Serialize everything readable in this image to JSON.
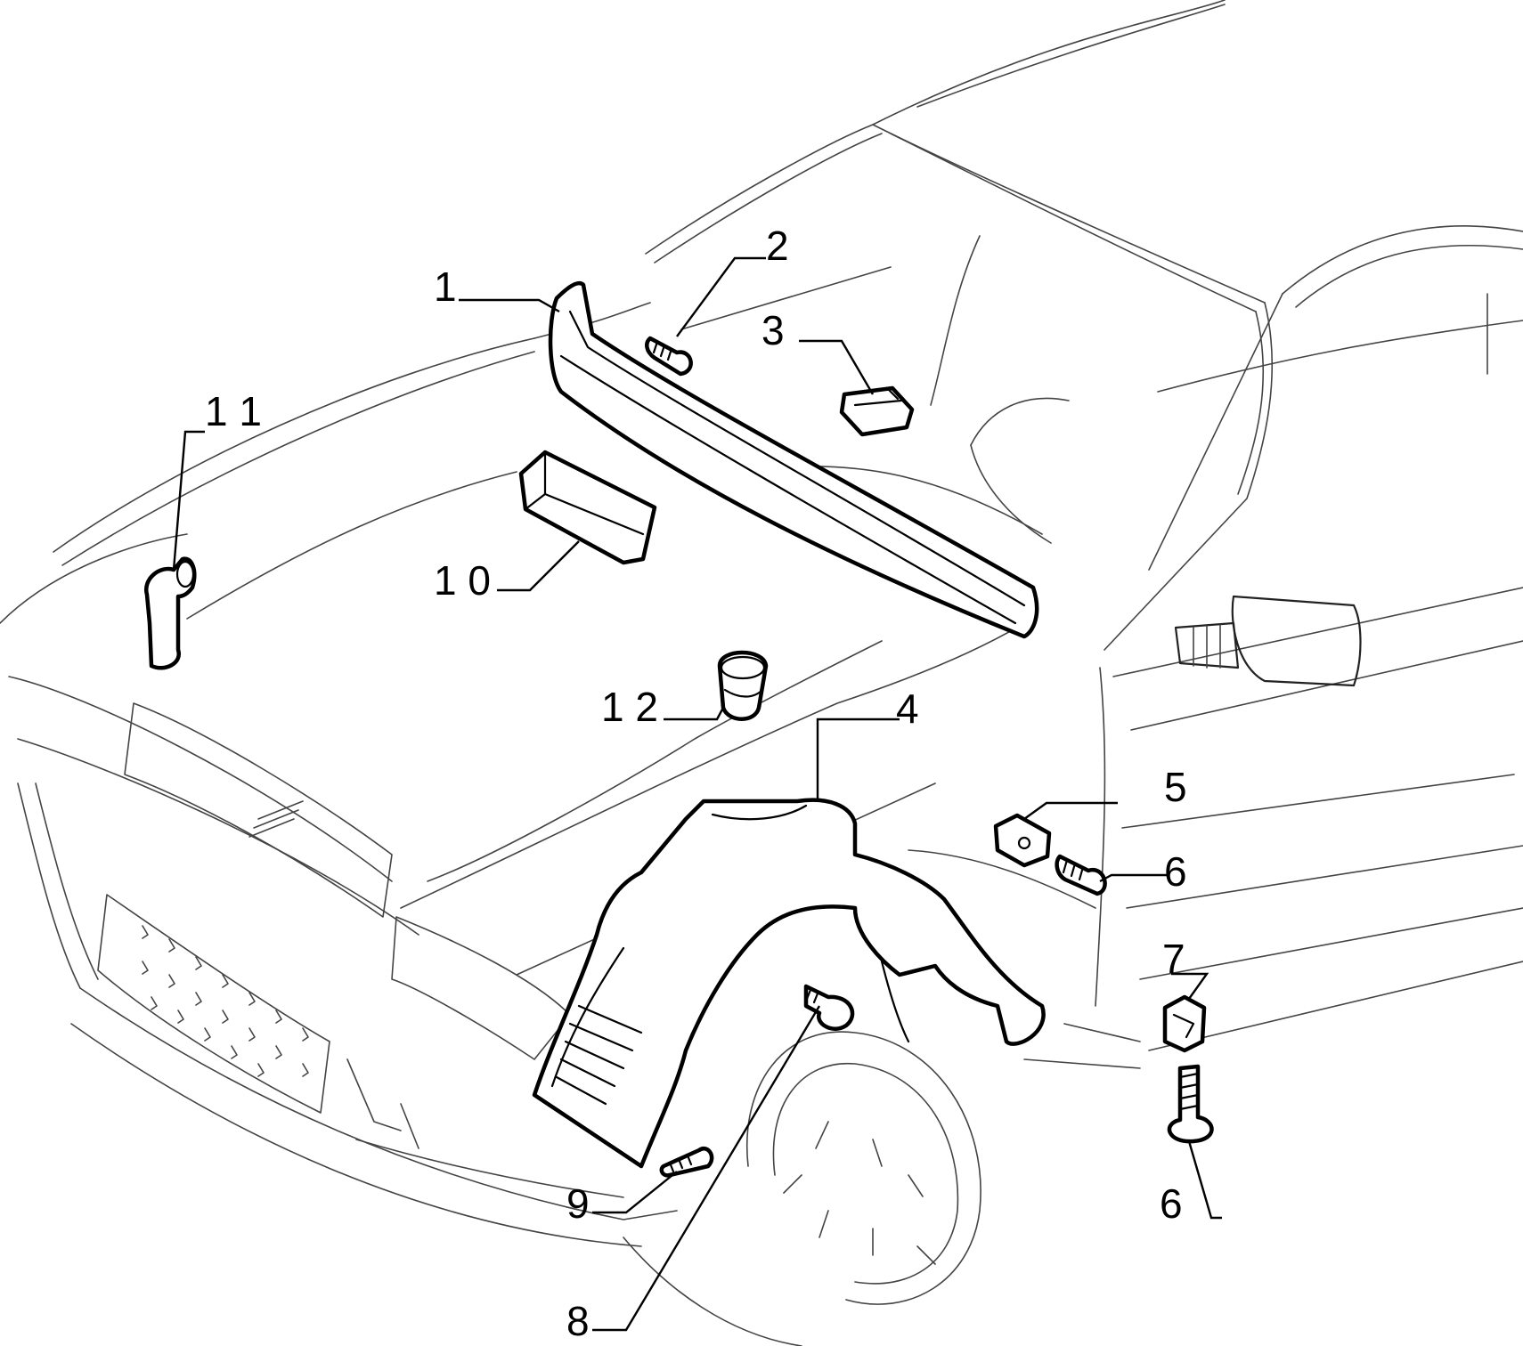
{
  "callouts": [
    {
      "id": "1",
      "label": "1"
    },
    {
      "id": "2",
      "label": "2"
    },
    {
      "id": "3",
      "label": "3"
    },
    {
      "id": "4",
      "label": "4"
    },
    {
      "id": "5",
      "label": "5"
    },
    {
      "id": "6a",
      "label": "6"
    },
    {
      "id": "6b",
      "label": "6"
    },
    {
      "id": "7",
      "label": "7"
    },
    {
      "id": "8",
      "label": "8"
    },
    {
      "id": "9",
      "label": "9"
    },
    {
      "id": "10",
      "label": "1 0"
    },
    {
      "id": "11",
      "label": "1 1"
    },
    {
      "id": "12",
      "label": "1 2"
    }
  ],
  "parts": [
    {
      "callout": "1",
      "icon": "windshield-cowl-seal-icon"
    },
    {
      "callout": "2",
      "icon": "screw-icon"
    },
    {
      "callout": "3",
      "icon": "clip-icon"
    },
    {
      "callout": "4",
      "icon": "wheel-arch-liner-icon"
    },
    {
      "callout": "5",
      "icon": "clip-nut-icon"
    },
    {
      "callout": "6",
      "icon": "screw-icon"
    },
    {
      "callout": "7",
      "icon": "clip-nut-icon"
    },
    {
      "callout": "8",
      "icon": "push-rivet-icon"
    },
    {
      "callout": "9",
      "icon": "screw-icon"
    },
    {
      "callout": "10",
      "icon": "channel-bracket-icon"
    },
    {
      "callout": "11",
      "icon": "elbow-pipe-icon"
    },
    {
      "callout": "12",
      "icon": "grommet-icon"
    }
  ],
  "colors": {
    "line": "#000000",
    "background": "#ffffff"
  }
}
